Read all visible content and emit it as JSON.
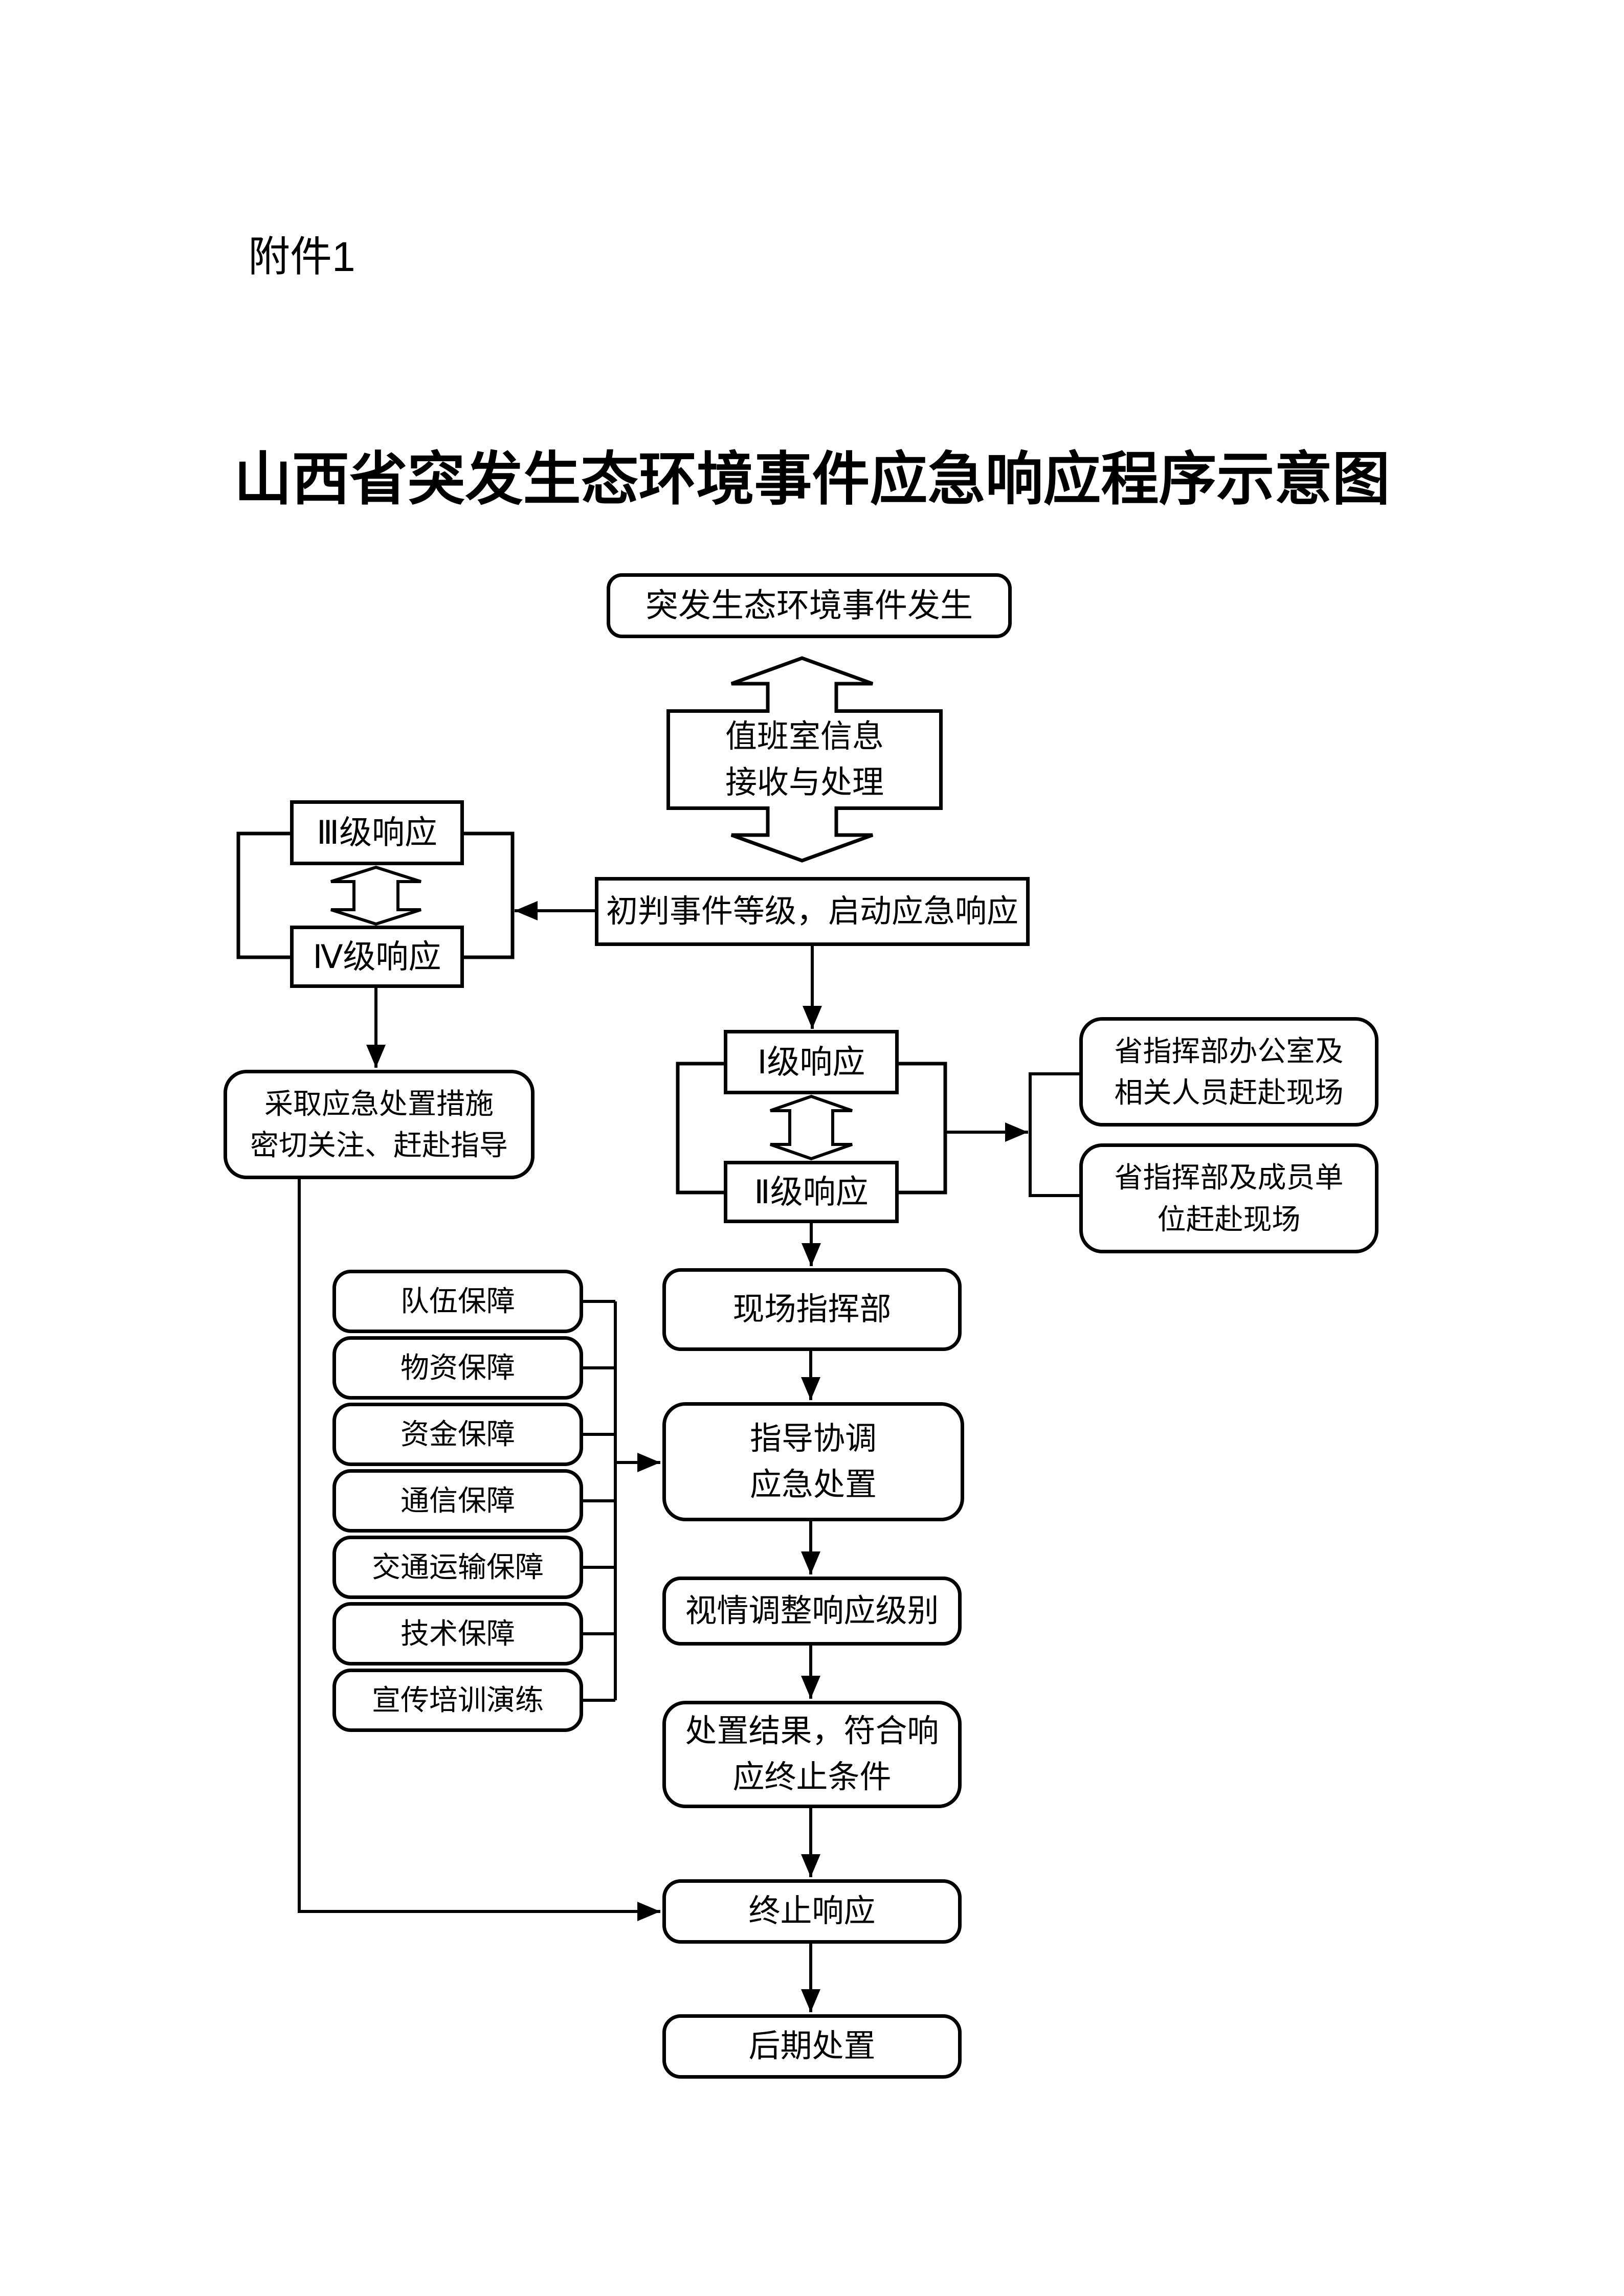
{
  "page": {
    "attachment_label": "附件1",
    "title": "山西省突发生态环境事件应急响应程序示意图",
    "background_color": "#ffffff",
    "line_color": "#000000",
    "box_fill_color": "#ffffff"
  },
  "nodes": {
    "event": {
      "label": "突发生态环境事件发生"
    },
    "duty": {
      "lines": [
        "值班室信息",
        "接收与处理"
      ]
    },
    "level3": {
      "label": "Ⅲ级响应"
    },
    "level4": {
      "label": "Ⅳ级响应"
    },
    "initial_judgement": {
      "label": "初判事件等级，启动应急响应"
    },
    "level1": {
      "label": "Ⅰ级响应"
    },
    "level2": {
      "label": "Ⅱ级响应"
    },
    "office_dispatch": {
      "lines": [
        "省指挥部办公室及",
        "相关人员赶赴现场"
      ]
    },
    "members_dispatch": {
      "lines": [
        "省指挥部及成员单",
        "位赶赴现场"
      ]
    },
    "emergency_measures": {
      "lines": [
        "采取应急处置措施",
        "密切关注、赶赴指导"
      ]
    },
    "onsite_hq": {
      "label": "现场指挥部"
    },
    "support_team": {
      "label": "队伍保障"
    },
    "support_material": {
      "label": "物资保障"
    },
    "support_fund": {
      "label": "资金保障"
    },
    "support_comm": {
      "label": "通信保障"
    },
    "support_transport": {
      "label": "交通运输保障"
    },
    "support_tech": {
      "label": "技术保障"
    },
    "support_training": {
      "label": "宣传培训演练"
    },
    "guide_coordinate": {
      "lines": [
        "指导协调",
        "应急处置"
      ]
    },
    "adjust_level": {
      "label": "视情调整响应级别"
    },
    "result_condition": {
      "lines": [
        "处置结果，符合响",
        "应终止条件"
      ]
    },
    "terminate_response": {
      "label": "终止响应"
    },
    "post_disposal": {
      "label": "后期处置"
    }
  }
}
